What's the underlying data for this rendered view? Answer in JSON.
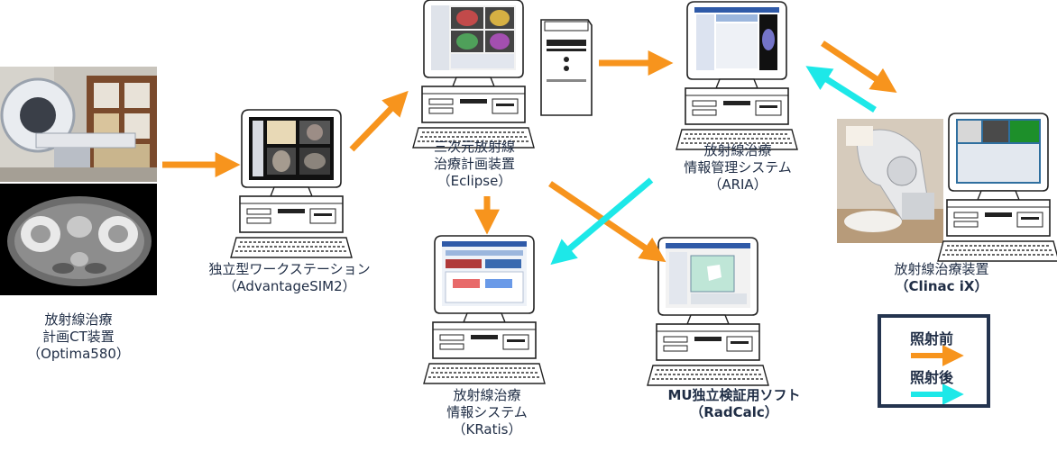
{
  "nodes": {
    "ct": {
      "lines": [
        "放射線治療",
        "計画CT装置",
        "（Optima580）"
      ]
    },
    "workstation": {
      "lines": [
        "独立型ワークステーション",
        "（AdvantageSIM2）"
      ]
    },
    "eclipse": {
      "lines": [
        "三次元放射線",
        "治療計画装置",
        "（Eclipse）"
      ]
    },
    "aria": {
      "lines": [
        "放射線治療",
        "情報管理システム",
        "（ARIA）"
      ]
    },
    "linac": {
      "lines": [
        "放射線治療装置",
        "（Clinac iX）"
      ]
    },
    "kratis": {
      "lines": [
        "放射線治療",
        "情報システム",
        "（KRatis）"
      ]
    },
    "radcalc": {
      "lines": [
        "MU独立検証用ソフト",
        "（RadCalc）"
      ]
    }
  },
  "legend": {
    "before_label": "照射前",
    "after_label": "照射後",
    "before_color": "#f7941d",
    "after_color": "#1de8e8"
  },
  "colors": {
    "orange": "#f7941d",
    "cyan": "#1de8e8",
    "text": "#1f2d45"
  }
}
